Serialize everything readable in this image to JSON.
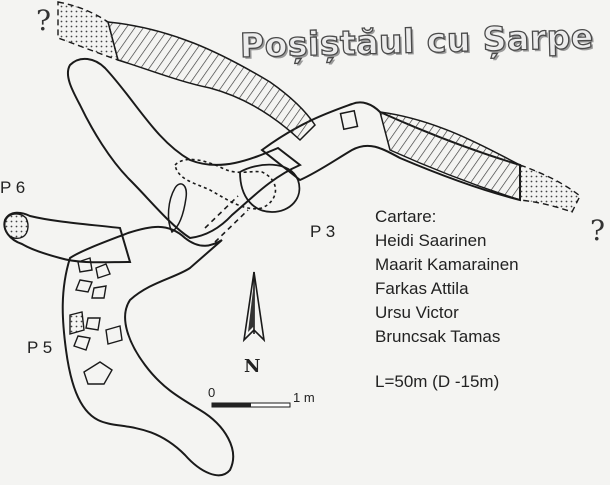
{
  "title": "Poșiștăul cu Șarpe",
  "unknown_marks": [
    "?",
    "?"
  ],
  "points": [
    {
      "id": "p6",
      "label": "P 6"
    },
    {
      "id": "p5",
      "label": "P 5"
    },
    {
      "id": "p3",
      "label": "P 3"
    }
  ],
  "credits": {
    "heading": "Cartare:",
    "names": [
      "Heidi Saarinen",
      "Maarit Kamarainen",
      "Farkas Attila",
      "Ursu Victor",
      "Bruncsak Tamas"
    ]
  },
  "length_note": "L=50m (D -15m)",
  "scale": {
    "start_label": "0",
    "end_label": "1 m"
  },
  "north_label": "N"
}
